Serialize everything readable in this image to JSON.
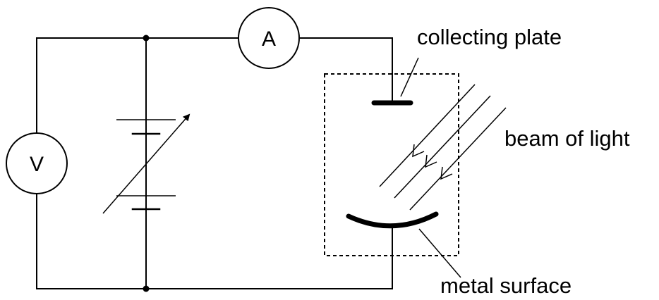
{
  "meters": {
    "ammeter_symbol": "A",
    "voltmeter_symbol": "V"
  },
  "labels": {
    "collecting_plate": "collecting plate",
    "beam_of_light": "beam of light",
    "metal_surface": "metal surface"
  },
  "icons": {
    "battery": "variable-cell-icon",
    "arrow": "arrow-icon"
  },
  "colors": {
    "line": "#000000",
    "background": "#ffffff"
  }
}
